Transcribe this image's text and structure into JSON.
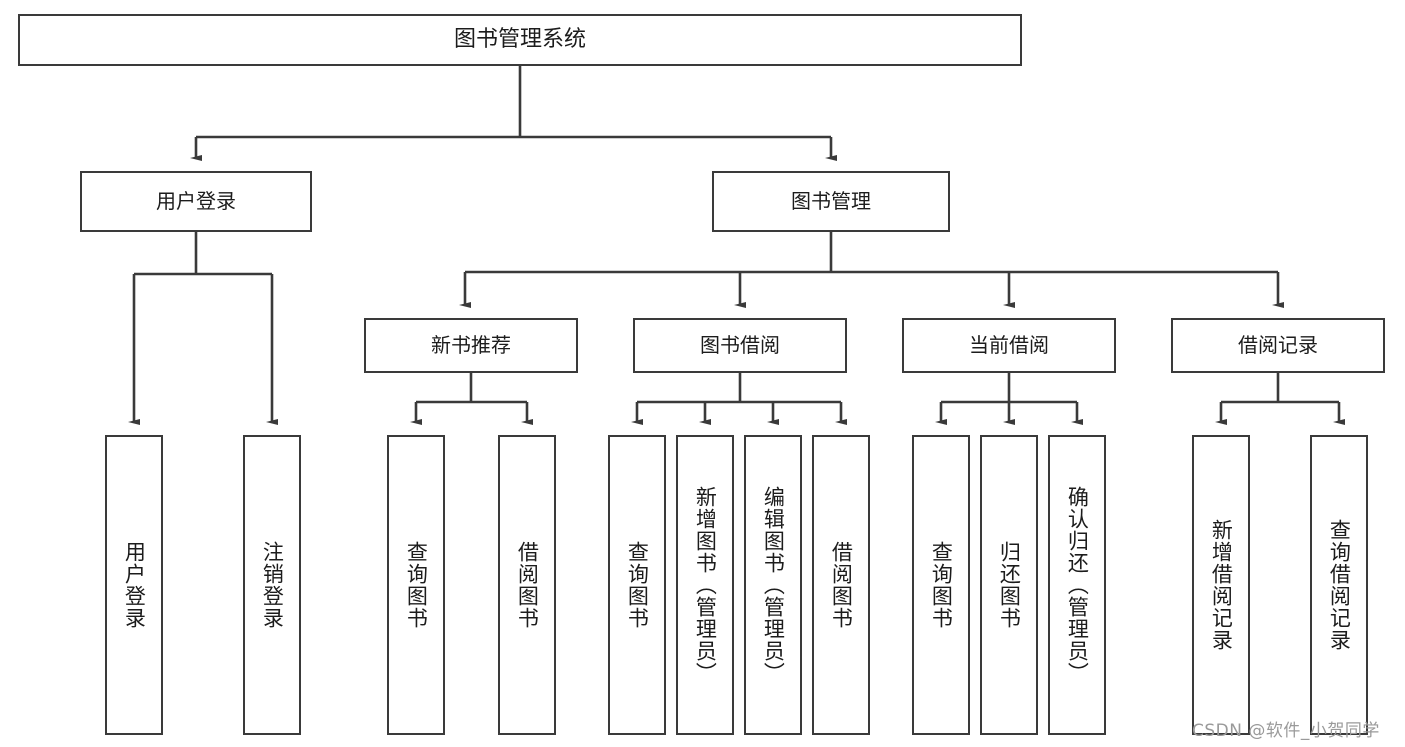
{
  "diagram": {
    "type": "tree",
    "title": "图书管理系统",
    "watermark": "CSDN @软件_小贺同学",
    "colors": {
      "border": "#3a3a3a",
      "background": "#ffffff",
      "text": "#1c1c1c",
      "watermark": "#9a9a9a"
    },
    "nodes": {
      "root": {
        "label": "图书管理系统"
      },
      "level1": [
        {
          "id": "user-login",
          "label": "用户登录"
        },
        {
          "id": "book-manage",
          "label": "图书管理"
        }
      ],
      "level2": [
        {
          "id": "new-book-rec",
          "label": "新书推荐"
        },
        {
          "id": "book-borrow",
          "label": "图书借阅"
        },
        {
          "id": "current-borrow",
          "label": "当前借阅"
        },
        {
          "id": "borrow-record",
          "label": "借阅记录"
        }
      ],
      "leaves": {
        "user_login": [
          {
            "id": "leaf-user-login",
            "label": "用户登录"
          },
          {
            "id": "leaf-user-logout",
            "label": "注销登录"
          }
        ],
        "new_book_rec": [
          {
            "id": "leaf-query-book-1",
            "label": "查询图书"
          },
          {
            "id": "leaf-borrow-book-1",
            "label": "借阅图书"
          }
        ],
        "book_borrow": [
          {
            "id": "leaf-query-book-2",
            "label": "查询图书"
          },
          {
            "id": "leaf-add-book",
            "label": "新增图书（管理员）"
          },
          {
            "id": "leaf-edit-book",
            "label": "编辑图书（管理员）"
          },
          {
            "id": "leaf-borrow-book-2",
            "label": "借阅图书"
          }
        ],
        "current_borrow": [
          {
            "id": "leaf-query-book-3",
            "label": "查询图书"
          },
          {
            "id": "leaf-return-book",
            "label": "归还图书"
          },
          {
            "id": "leaf-confirm-return",
            "label": "确认归还（管理员）"
          }
        ],
        "borrow_record": [
          {
            "id": "leaf-add-record",
            "label": "新增借阅记录"
          },
          {
            "id": "leaf-query-record",
            "label": "查询借阅记录"
          }
        ]
      }
    }
  }
}
